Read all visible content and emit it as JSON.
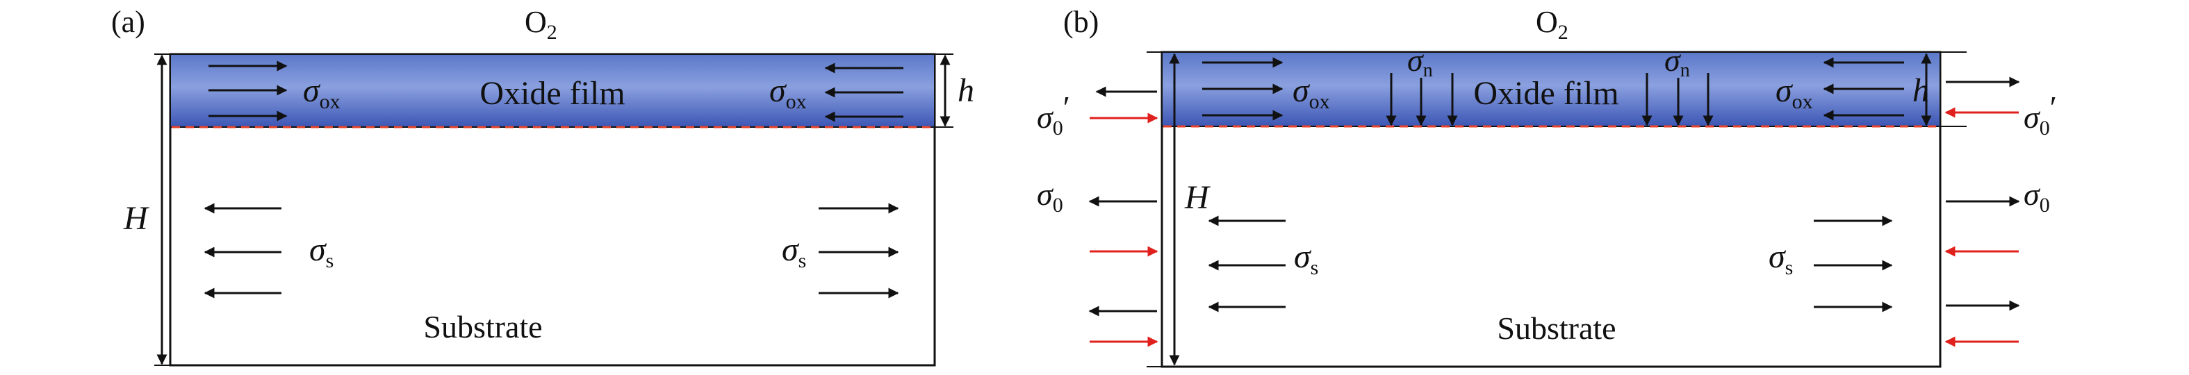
{
  "panel_a": {
    "label": "(a)",
    "gas": "O",
    "gas_sub": "2",
    "film_label": "Oxide film",
    "sigma": "σ",
    "ox_sub": "ox",
    "s_sub": "s",
    "h_label": "h",
    "H_label": "H",
    "substrate_label": "Substrate"
  },
  "panel_b": {
    "label": "(b)",
    "gas": "O",
    "gas_sub": "2",
    "film_label": "Oxide film",
    "sigma": "σ",
    "ox_sub": "ox",
    "s_sub": "s",
    "n_sub": "n",
    "zero_sub": "0",
    "prime": "′",
    "h_label": "h",
    "H_label": "H",
    "substrate_label": "Substrate"
  },
  "colors": {
    "film_top": "#5b78c9",
    "film_mid": "#8aa0df",
    "film_bottom": "#3c56b4",
    "interface_dash": "#e8432a",
    "red_arrow": "#e0201c",
    "black": "#111111"
  }
}
